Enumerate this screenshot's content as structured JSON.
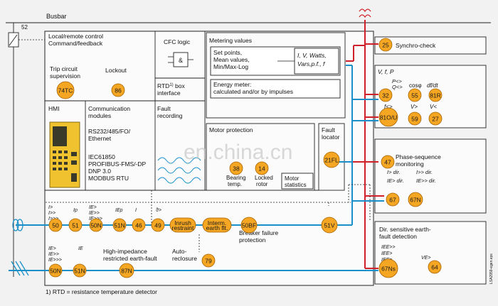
{
  "busbar": "Busbar",
  "breaker_id": "52",
  "local_remote": [
    "Local/remote control",
    "Command/feedback"
  ],
  "trip_circuit": [
    "Trip circuit",
    "supervision"
  ],
  "lockout": "Lockout",
  "cfc": "CFC logic",
  "and_gate": "&",
  "rtd": [
    "RTD",
    "1)",
    " box",
    "interface"
  ],
  "hmi": "HMI",
  "comm": [
    "Communication",
    "modules",
    "RS232/485/FO/",
    "Ethernet",
    "IEC61850",
    "PROFIBUS-FMS/-DP",
    "DNP 3.0",
    "MODBUS RTU"
  ],
  "fault_recording": [
    "Fault",
    "recording"
  ],
  "metering_title": "Metering values",
  "metering_values": [
    "Set points,",
    "Mean values,",
    "Min/Max-Log"
  ],
  "metering_quantities": [
    "I, V, Watts,",
    "Vars,p.f., f"
  ],
  "energy_meter": [
    "Energy meter:",
    "calculated and/or by impulses"
  ],
  "motor_protection": "Motor protection",
  "motor_labels": [
    "Bearing",
    "temp.",
    "Locked",
    "rotor"
  ],
  "motor_statistics": [
    "Motor",
    "statistics"
  ],
  "fault_locator": [
    "Fault",
    "locator"
  ],
  "synchro_check": "Synchro-check",
  "vfp_title": "V, f, P",
  "vfp_labels": [
    "P<>",
    "Q<>",
    "cosφ",
    "df/dt",
    "f<>",
    "V>",
    "V<"
  ],
  "phase_sequence": [
    "Phase-sequence",
    "monitoring"
  ],
  "ground_labels": [
    "I> dir.",
    "I>> dir.",
    "IE> dir.",
    "IE>> dir."
  ],
  "left_labels": [
    "I>",
    "I>>",
    "I>>>",
    "Ip",
    "IE>",
    "IE>>",
    "IE>>>",
    "IEp",
    "IE>",
    "IE>>",
    "IE>>>",
    "I",
    "IE",
    "ϑ>"
  ],
  "inrush": [
    "Inrush",
    "restraint"
  ],
  "interm": [
    "Interm.",
    "earth flt."
  ],
  "breaker_failure": [
    "Breaker failure",
    "protection"
  ],
  "high_impedance": [
    "High-impedance",
    "restricted earth-fault"
  ],
  "auto_reclosure": [
    "Auto-",
    "reclosure"
  ],
  "dir_sensitive": [
    "Dir. sensitive earth-",
    "fault detection"
  ],
  "sensitive_labels": [
    "IEE>>",
    "IEE>",
    "IEEp",
    "VE>"
  ],
  "footnote": "1) RTD = resistance temperature detector",
  "side_code": "LSA2959-egen.eps",
  "watermark": "en.china.cn",
  "functions": {
    "f25": "25",
    "f74tc": "74TC",
    "f86": "86",
    "f38": "38",
    "f14": "14",
    "f21fl": "21FL",
    "f32": "32",
    "f55": "55",
    "f81r": "81R",
    "f81ou": "81O/U",
    "f59": "59",
    "f27": "27",
    "f47": "47",
    "f67": "67",
    "f67n": "67N",
    "f50": "50",
    "f51": "51",
    "f50n": "50N",
    "f51n": "51N",
    "f46": "46",
    "f49": "49",
    "f50bf": "50BF",
    "f51v": "51V",
    "f79": "79",
    "f50nb": "50N",
    "f51nb": "51N",
    "f87n": "87N",
    "f67ns": "67Ns",
    "f64": "64"
  },
  "colors": {
    "function_fill": "#f5a623",
    "red_line": "#d0202a",
    "blue_line": "#1a8fc9"
  }
}
